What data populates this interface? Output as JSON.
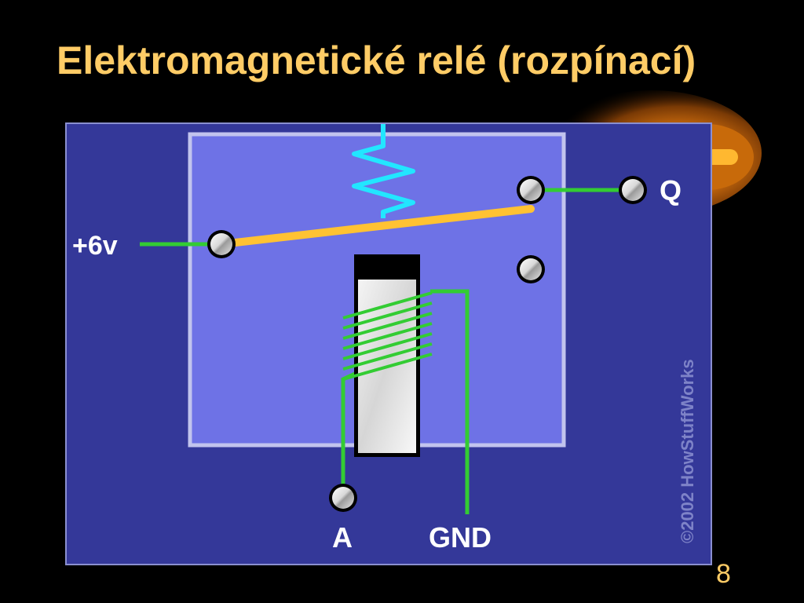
{
  "slide": {
    "title": "Elektromagnetické relé (rozpínací)",
    "page_number": "8"
  },
  "diagram": {
    "labels": {
      "supply": "+6v",
      "output": "Q",
      "coil_input": "A",
      "ground": "GND",
      "copyright": "©2002 HowStuffWorks"
    }
  },
  "colors": {
    "background": "#000000",
    "title": "#ffcc66",
    "panel": "#343899",
    "relay_body": "#6e72e6",
    "wire": "#33cc33",
    "armature": "#ffc233",
    "spring": "#22e6ff"
  }
}
